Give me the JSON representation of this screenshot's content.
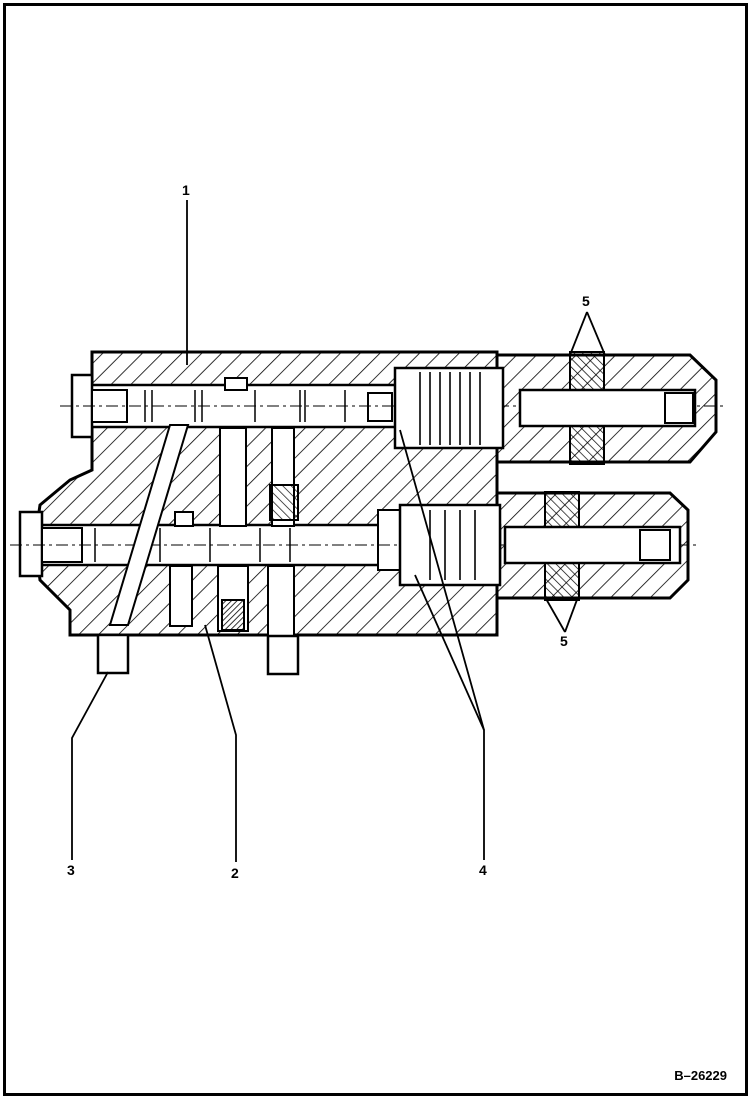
{
  "diagram": {
    "callouts": [
      {
        "id": "c1",
        "text": "1"
      },
      {
        "id": "c2",
        "text": "2"
      },
      {
        "id": "c3",
        "text": "3"
      },
      {
        "id": "c4",
        "text": "4"
      },
      {
        "id": "c5a",
        "text": "5"
      },
      {
        "id": "c5b",
        "text": "5"
      }
    ],
    "drawing_number": "B–26229"
  }
}
